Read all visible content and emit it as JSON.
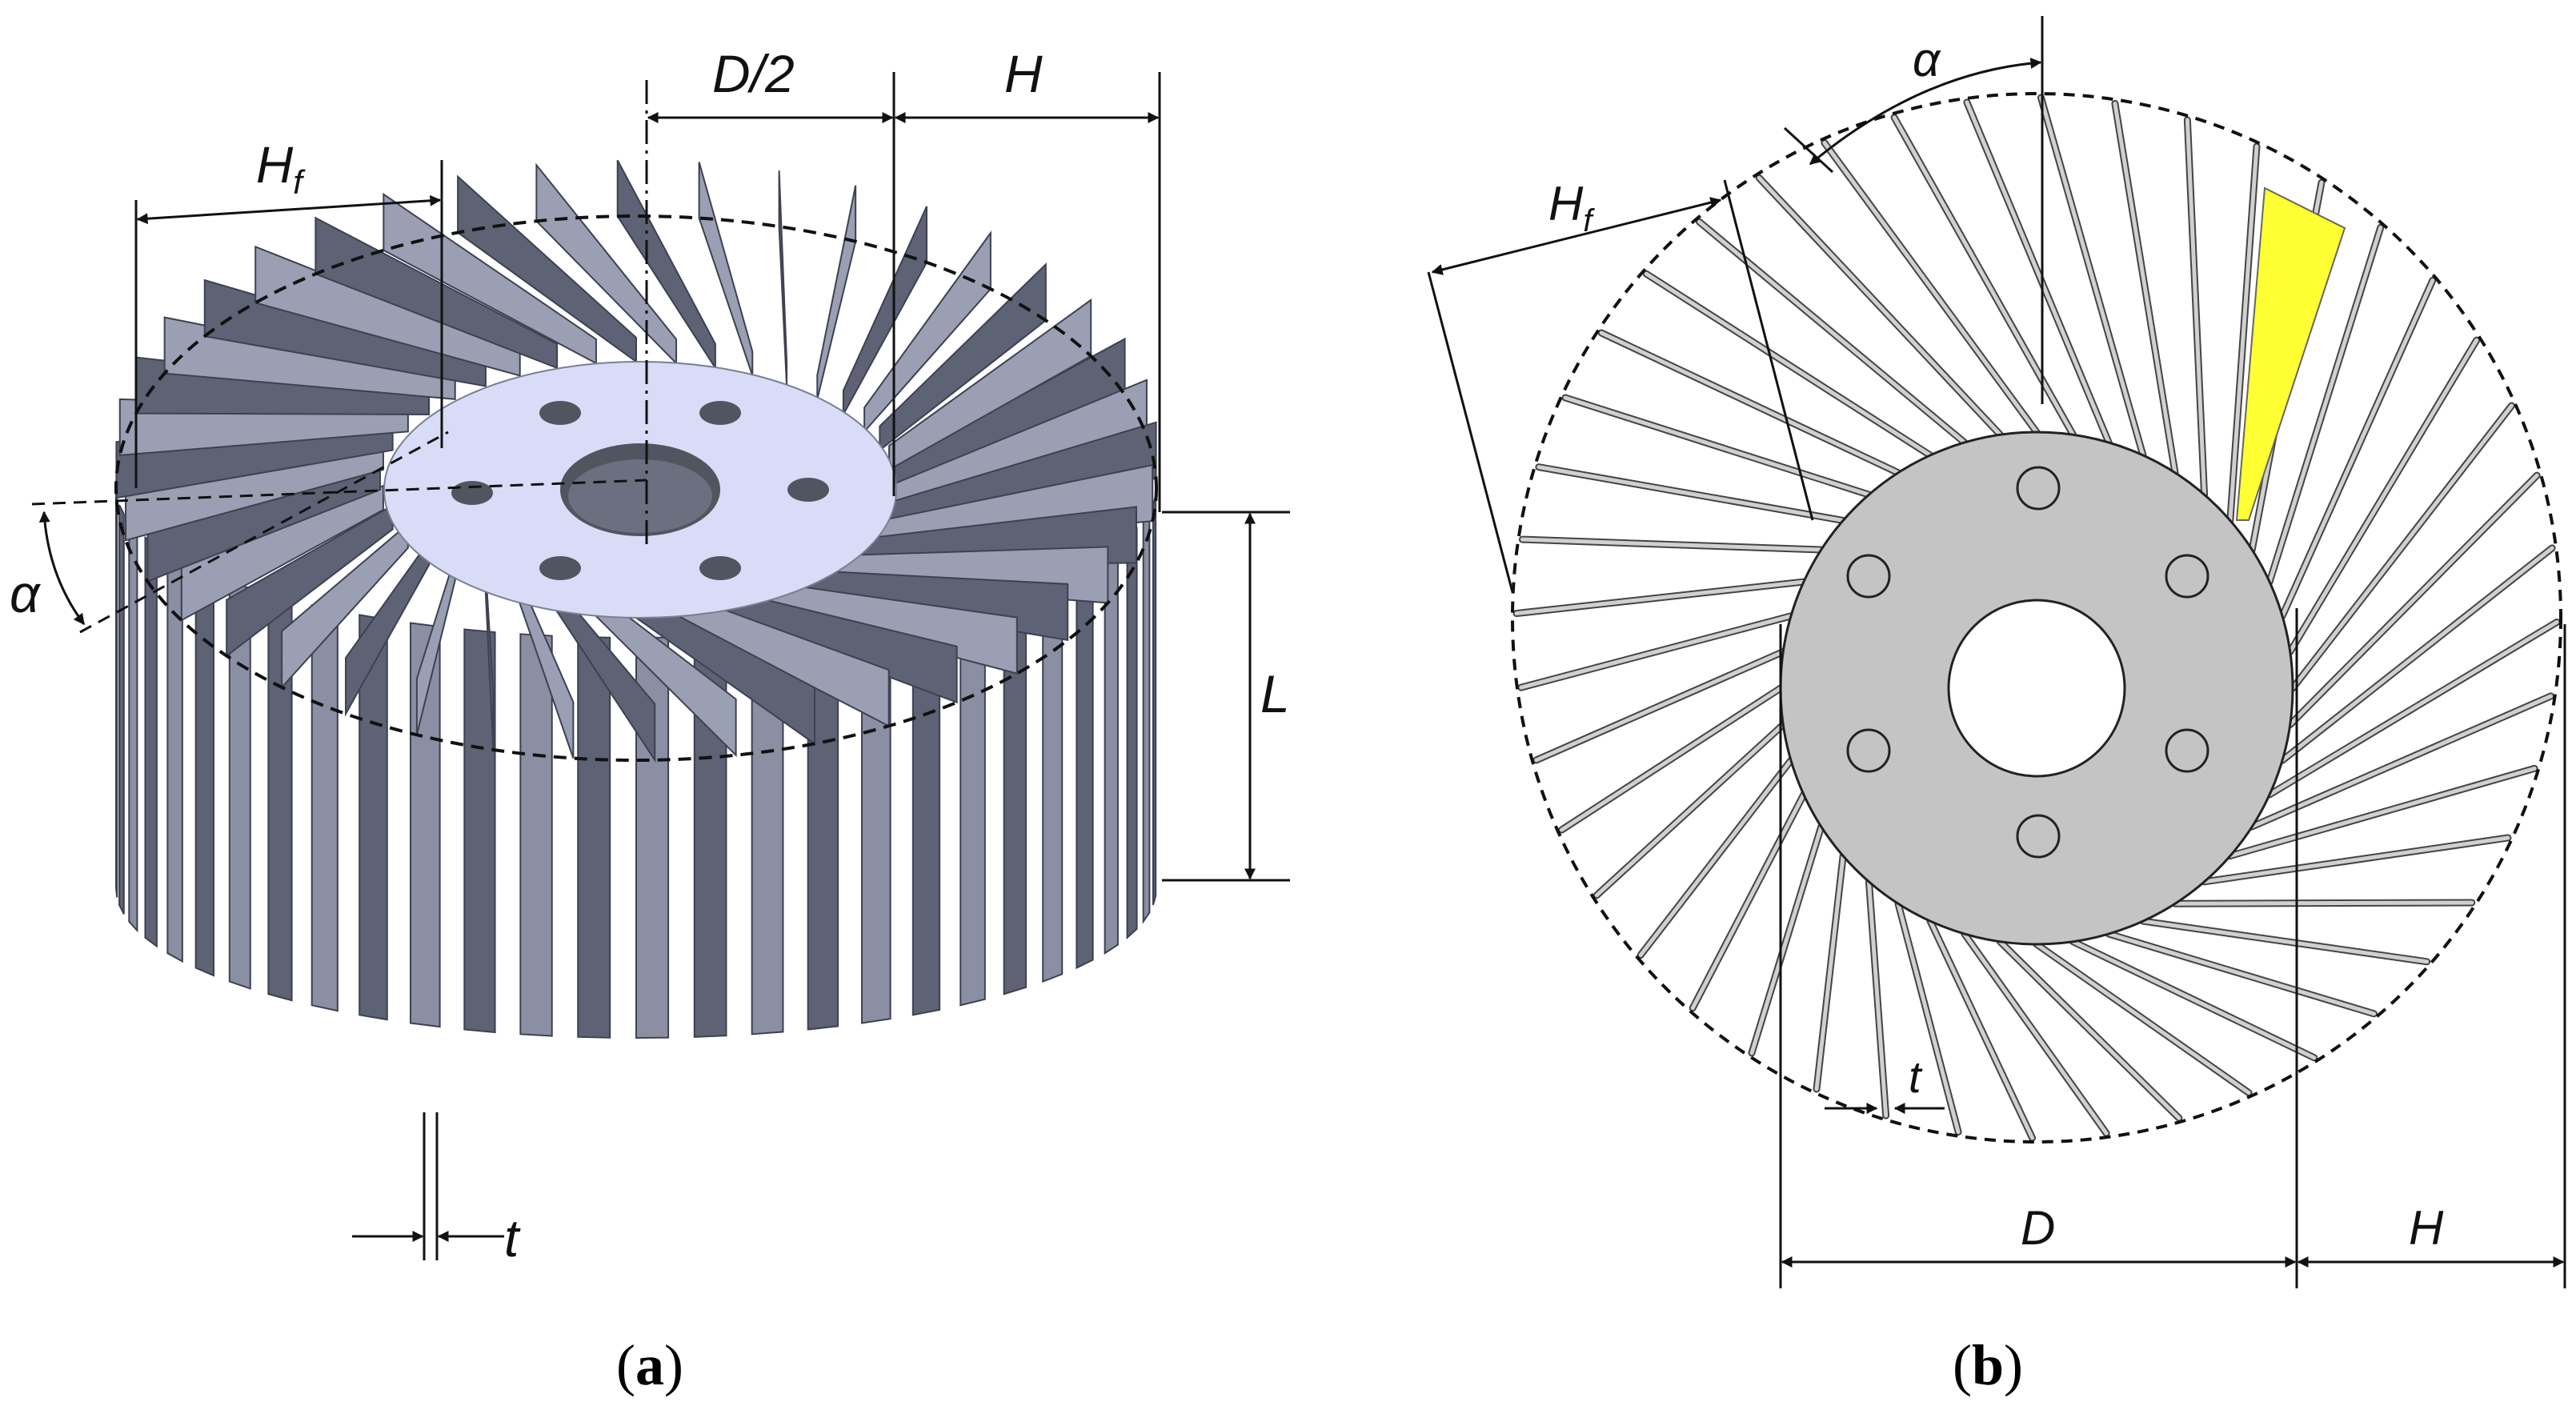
{
  "figure_a": {
    "dimensions": {
      "hf": "H",
      "hf_sub": "f",
      "half_d": "D/2",
      "h": "H",
      "alpha": "α",
      "l": "L",
      "t": "t"
    },
    "caption": {
      "open": "(",
      "letter": "a",
      "close": ")"
    },
    "colors": {
      "fin": "#5d6274",
      "fin_light": "#8a8fa3",
      "fin_top": "#9a9fb3",
      "hub_top": "#d8dcf6",
      "hole": "#50555f"
    }
  },
  "figure_b": {
    "dimensions": {
      "alpha": "α",
      "hf": "H",
      "hf_sub": "f",
      "t": "t",
      "d": "D",
      "h": "H"
    },
    "caption": {
      "open": "(",
      "letter": "b",
      "close": ")"
    },
    "colors": {
      "hub": "#c4c4c4",
      "fin": "#d0d0d0",
      "highlight": "#ffff33",
      "hole": "#ffffff"
    }
  }
}
